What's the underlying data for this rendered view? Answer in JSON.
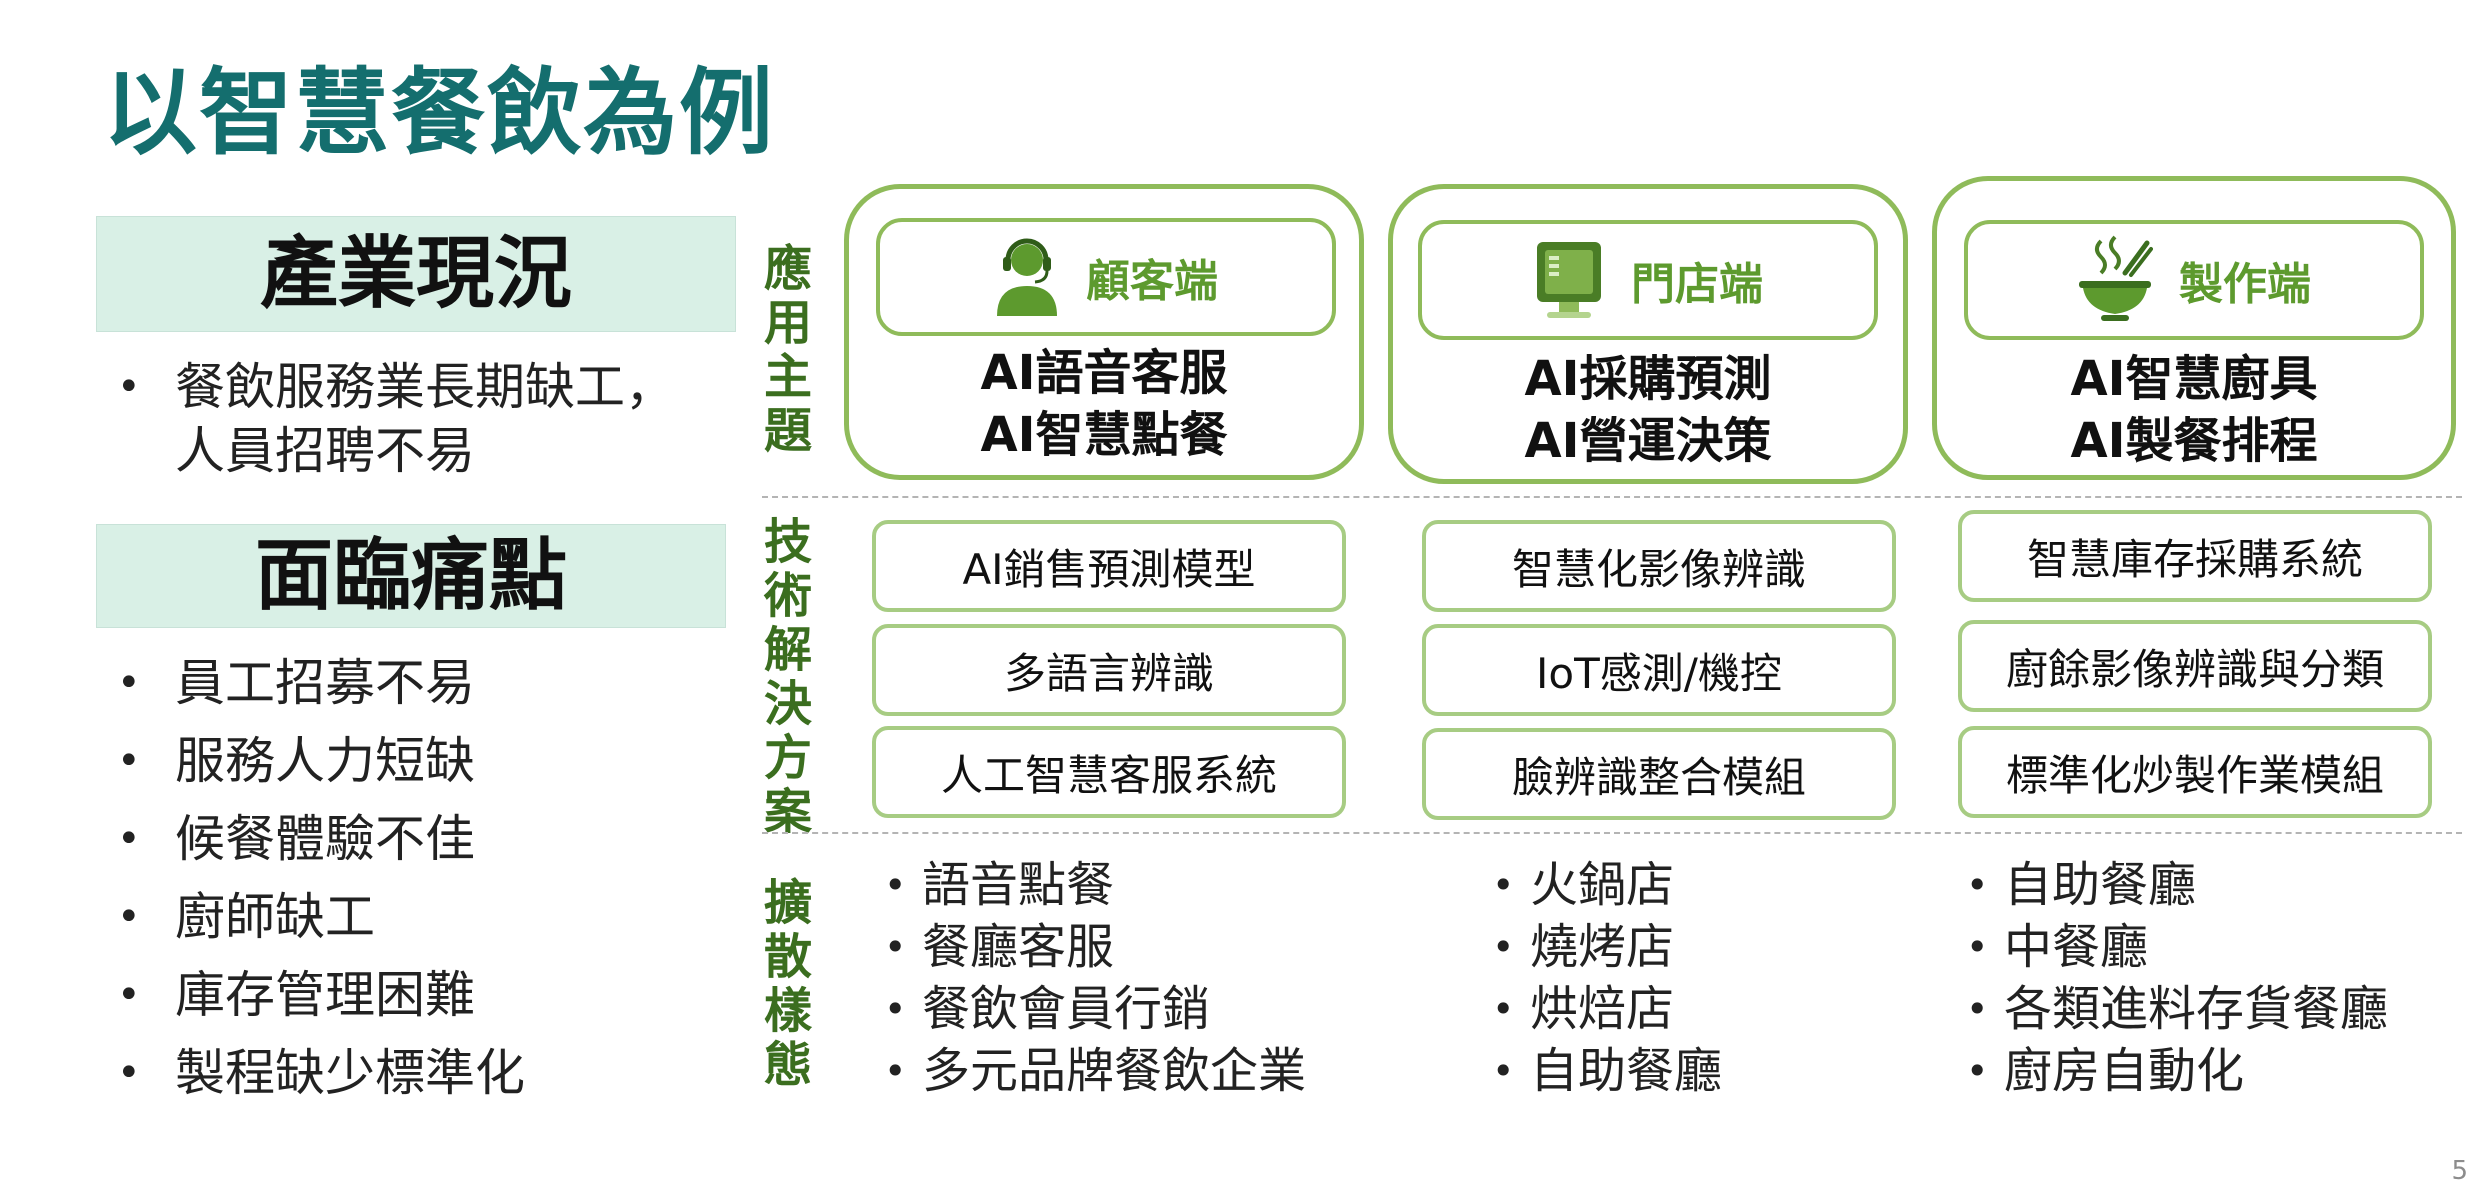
{
  "title": "以智慧餐飲為例",
  "left": {
    "status_heading": "產業現況",
    "status_items": [
      {
        "line1": "餐飲服務業長期缺工，",
        "line2": "人員招聘不易"
      }
    ],
    "pain_heading": "面臨痛點",
    "pain_items": [
      "員工招募不易",
      "服務人力短缺",
      "候餐體驗不佳",
      "廚師缺工",
      "庫存管理困難",
      "製程缺少標準化"
    ]
  },
  "row_labels": {
    "application": "應用主題",
    "tech": "技術解決方案",
    "extension": "擴散樣態"
  },
  "columns": [
    {
      "header": "顧客端",
      "icon": "customer-service-headset-icon",
      "apps": [
        "AI語音客服",
        "AI智慧點餐"
      ],
      "tech": [
        "AI銷售預測模型",
        "多語言辨識",
        "人工智慧客服系統"
      ],
      "extensions": [
        "語音點餐",
        "餐廳客服",
        "餐飲會員行銷",
        "多元品牌餐飲企業"
      ]
    },
    {
      "header": "門店端",
      "icon": "pos-terminal-icon",
      "apps": [
        "AI採購預測",
        "AI營運決策"
      ],
      "tech": [
        "智慧化影像辨識",
        "IoT感測/機控",
        "臉辨識整合模組"
      ],
      "extensions": [
        "火鍋店",
        "燒烤店",
        "烘焙店",
        "自助餐廳"
      ]
    },
    {
      "header": "製作端",
      "icon": "steaming-bowl-icon",
      "apps": [
        "AI智慧廚具",
        "AI製餐排程"
      ],
      "tech": [
        "智慧庫存採購系統",
        "廚餘影像辨識與分類",
        "標準化炒製作業模組"
      ],
      "extensions": [
        "自助餐廳",
        "中餐廳",
        "各類進料存貨餐廳",
        "廚房自動化"
      ]
    }
  ],
  "colors": {
    "title": "#146e6e",
    "accent_green": "#8fbb5a",
    "label_green": "#3b6e1f",
    "head_fill": "#d9f0e6"
  },
  "page_number": "5"
}
